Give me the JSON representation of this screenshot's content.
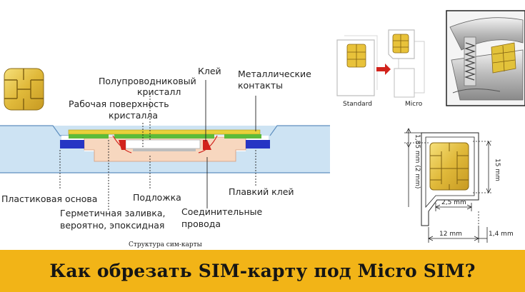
{
  "structure": {
    "labels": {
      "semiconductor_crystal": [
        "Полупроводниковый",
        "кристалл"
      ],
      "glue": "Клей",
      "metal_contacts": [
        "Металлические",
        "контакты"
      ],
      "crystal_work_surface": [
        "Рабочая поверхность",
        "кристалла"
      ],
      "plastic_base": "Пластиковая основа",
      "hermetic_fill": [
        "Герметичная заливка,",
        "вероятно, эпоксидная"
      ],
      "substrate": "Подложка",
      "hot_melt_glue": "Плавкий клей",
      "connecting_wires": [
        "Соединительные",
        "провода"
      ]
    },
    "caption": "Структура сим-карты"
  },
  "sizes": {
    "standard": "Standard",
    "micro": "Micro"
  },
  "dimensions": {
    "height_15": "15 mm",
    "contact_offset": "1,85 mm (2 mm)",
    "chip_width": "2,5 mm",
    "width_12": "12 mm",
    "edge_14": "1,4 mm"
  },
  "banner": {
    "title": "Как обрезать SIM-карту под Micro SIM?"
  },
  "colors": {
    "banner": "#f2b417",
    "card_body": "#cde3f3",
    "contacts": "#e8d13a",
    "substrate": "#f7d7bf",
    "glue": "#5dbb3a",
    "melt_glue": "#2635c4",
    "leader_red": "#d2231c"
  }
}
